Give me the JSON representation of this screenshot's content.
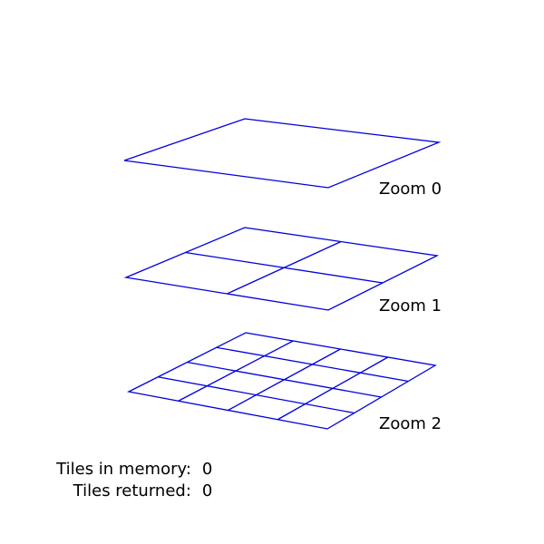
{
  "colors": {
    "grid_stroke": "#0000dd",
    "text": "#000000",
    "background": "#ffffff"
  },
  "zoom_levels": [
    {
      "level": 0,
      "label": "Zoom 0",
      "divisions": 1
    },
    {
      "level": 1,
      "label": "Zoom 1",
      "divisions": 2
    },
    {
      "level": 2,
      "label": "Zoom 2",
      "divisions": 4
    }
  ],
  "stats": {
    "tiles_in_memory_label": "Tiles in memory:",
    "tiles_in_memory_value": "0",
    "tiles_returned_label": "Tiles returned:",
    "tiles_returned_value": "0"
  }
}
